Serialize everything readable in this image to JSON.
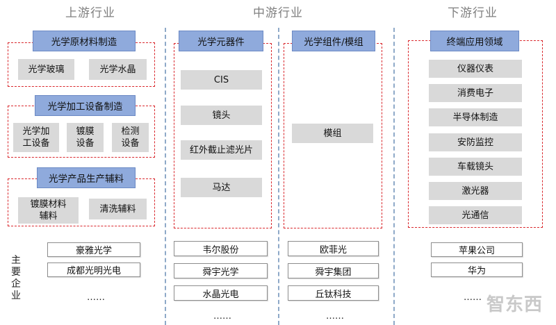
{
  "columns": {
    "upstream": "上游行业",
    "midstream": "中游行业",
    "downstream": "下游行业"
  },
  "upstream": {
    "raw_materials": {
      "header": "光学原材料制造",
      "items": [
        "光学玻璃",
        "光学水晶"
      ]
    },
    "equipment": {
      "header": "光学加工设备制造",
      "items": [
        "光学加\n工设备",
        "镀膜\n设备",
        "检测\n设备"
      ]
    },
    "auxiliaries": {
      "header": "光学产品生产辅料",
      "items": [
        "镀膜材料\n辅料",
        "清洗辅料"
      ]
    }
  },
  "midstream_components": {
    "header": "光学元器件",
    "items": [
      "CIS",
      "镜头",
      "红外截止滤光片",
      "马达"
    ]
  },
  "midstream_modules": {
    "header": "光学组件/模组",
    "items": [
      "模组"
    ]
  },
  "downstream": {
    "header": "终端应用领域",
    "items": [
      "仪器仪表",
      "消费电子",
      "半导体制造",
      "安防监控",
      "车载镜头",
      "激光器",
      "光通信"
    ]
  },
  "main_companies": {
    "label": "主要企业",
    "upstream": [
      "豪雅光学",
      "成都光明光电"
    ],
    "components": [
      "韦尔股份",
      "舜宇光学",
      "水晶光电"
    ],
    "modules": [
      "欧菲光",
      "舜宇集团",
      "丘钛科技"
    ],
    "downstream": [
      "苹果公司",
      "华为"
    ],
    "ellipsis": "……"
  },
  "watermark": "智东西",
  "colors": {
    "header_blue": "#8faadc",
    "item_gray": "#d9d9d9",
    "dashed_red": "#d9262b",
    "separator_blue": "#8ea9c8",
    "title_gray": "#7f7f7f"
  }
}
